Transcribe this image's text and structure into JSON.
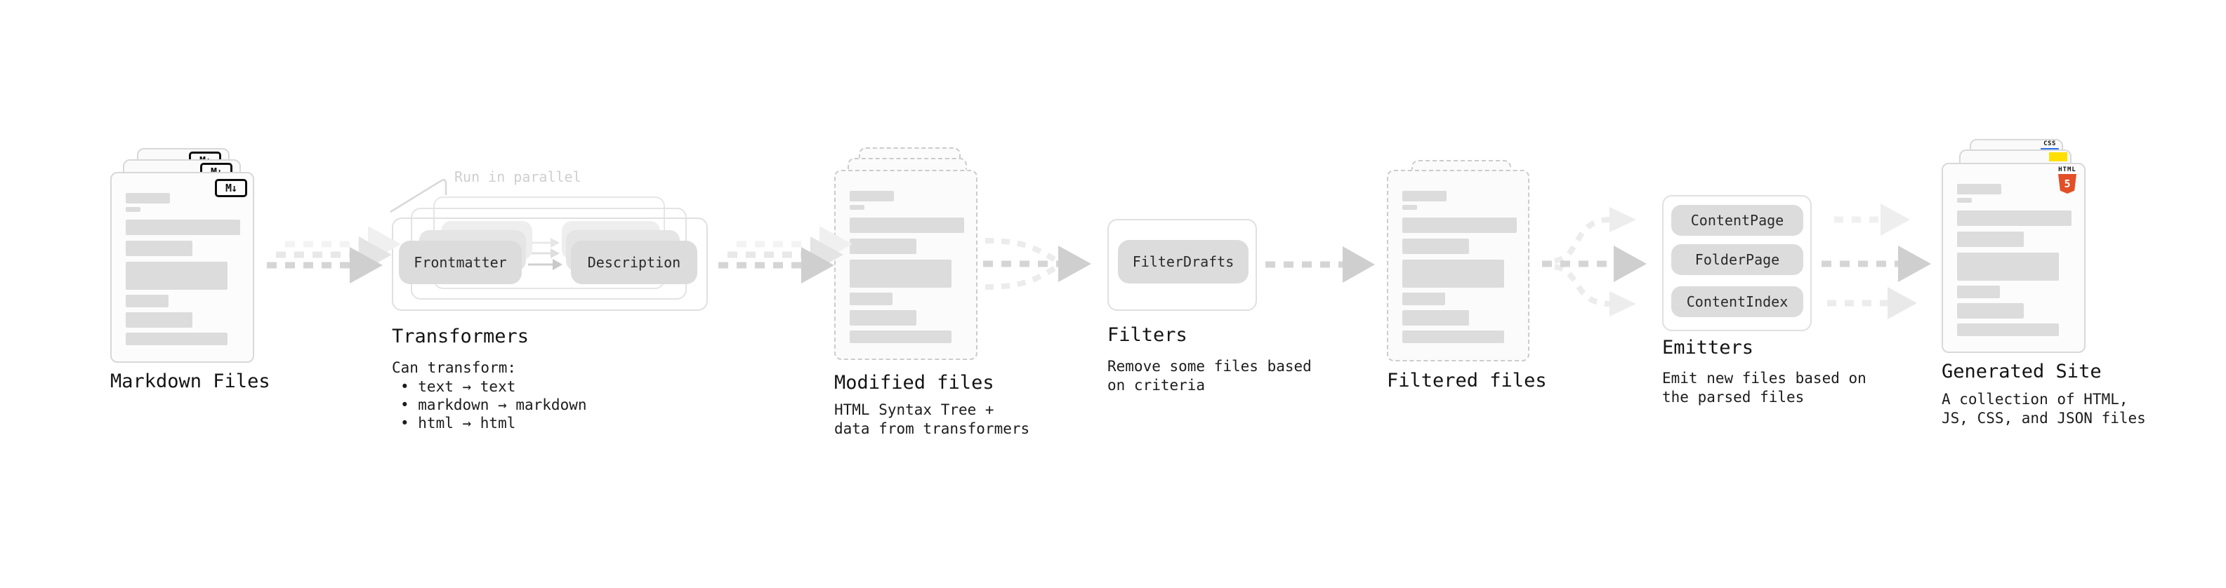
{
  "stages": {
    "markdown": {
      "label": "Markdown Files"
    },
    "transformers": {
      "label": "Transformers",
      "annotation": "Run in parallel",
      "pill_left": "Frontmatter",
      "pill_right": "Description",
      "desc_heading": "Can transform:",
      "bullets": [
        "• text → text",
        "• markdown → markdown",
        "• html → html"
      ]
    },
    "modified": {
      "label": "Modified files",
      "description": "HTML Syntax Tree +\ndata from transformers"
    },
    "filters": {
      "label": "Filters",
      "pill": "FilterDrafts",
      "description": "Remove some files based\non criteria"
    },
    "filtered": {
      "label": "Filtered files"
    },
    "emitters": {
      "label": "Emitters",
      "pills": [
        "ContentPage",
        "FolderPage",
        "ContentIndex"
      ],
      "description": "Emit new files based on\nthe parsed files"
    },
    "generated": {
      "label": "Generated Site",
      "description": "A collection of HTML,\nJS, CSS, and JSON files"
    }
  },
  "icons": {
    "markdown": "M↓",
    "html5_text": "HTML",
    "html5_number": "5",
    "css": "CSS"
  },
  "colors": {
    "html5_orange": "#e34f26",
    "js_yellow": "#ffdf00",
    "css_blue": "#2e6fe8",
    "arrow_gray": "#d5d5d5",
    "pill_gray": "#dcdcdc"
  }
}
